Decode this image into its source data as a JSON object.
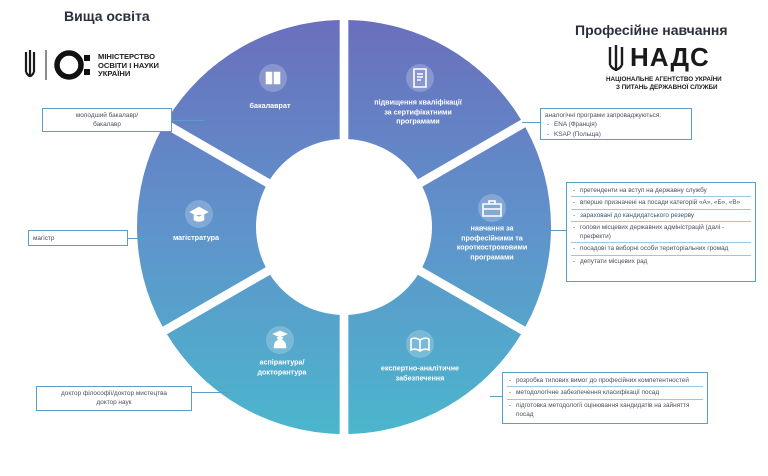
{
  "headings": {
    "left": "Вища освіта",
    "right": "Професійне навчання"
  },
  "ministry_logo": {
    "line1": "МІНІСТЕРСТВО",
    "line2": "ОСВІТИ І НАУКИ",
    "line3": "УКРАЇНИ"
  },
  "nads_logo": {
    "word": "НАДС",
    "line1": "НАЦІОНАЛЬНЕ АГЕНТСТВО УКРАЇНИ",
    "line2": "З ПИТАНЬ ДЕРЖАВНОЇ СЛУЖБИ"
  },
  "segments": [
    {
      "id": "bachelor",
      "icon": "book-icon",
      "lines": [
        "бакалаврат"
      ]
    },
    {
      "id": "master",
      "icon": "graduation-cap-icon",
      "lines": [
        "магістратура"
      ]
    },
    {
      "id": "phd",
      "icon": "scholar-icon",
      "lines": [
        "аспірантура/",
        "докторантура"
      ]
    },
    {
      "id": "qualification",
      "icon": "certificate-icon",
      "lines": [
        "підвищення кваліфікації",
        "за сертифікатними",
        "програмами"
      ]
    },
    {
      "id": "training",
      "icon": "briefcase-icon",
      "lines": [
        "навчання за",
        "професійними  та",
        "короткостроковими",
        "програмами"
      ]
    },
    {
      "id": "expert",
      "icon": "open-book-icon",
      "lines": [
        "експертно-аналітичне",
        "забезпечення"
      ]
    }
  ],
  "boxes": {
    "bachelor": [
      "молодший бакалавр/",
      "бакалавр"
    ],
    "master": [
      "магістр"
    ],
    "phd": [
      "доктор філософії/доктор мистецтва",
      "доктор наук"
    ],
    "qualification": {
      "intro": "аналогічні програми запроваджуються:",
      "items": [
        "ENA (Франція)",
        "KSAP (Польща)"
      ]
    },
    "training": [
      "претенденти на вступ на державну службу",
      "вперше призначені на посади категорій «А», «Б», «В»",
      "зараховані до кандидатського резерву",
      "голови місцевих державних адміністрацій (далі - префекти)",
      "посадові та виборні особи територіальних громад",
      "депутати місцевих рад"
    ],
    "expert": [
      "розробка типових вимог до професійних компетентностей",
      "методологічне забезпечення класифікації посад",
      "підготовка методології оцінювання кандидатів на зайняття посад"
    ]
  },
  "colors": {
    "top": "#6a6fbd",
    "middle": "#5f93cb",
    "bottom": "#4bb6cc",
    "box_border": "#5a9ec7"
  }
}
